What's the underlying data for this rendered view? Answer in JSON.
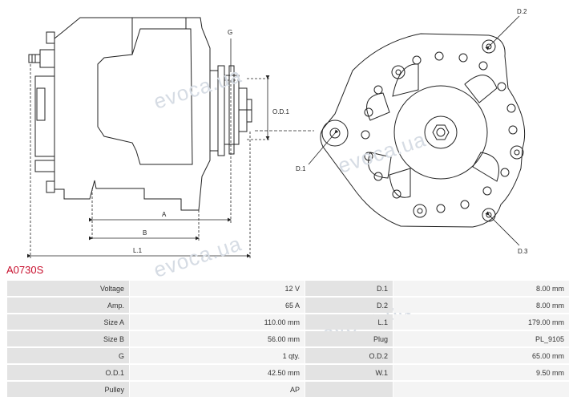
{
  "drawing": {
    "labels": {
      "g": "G",
      "od1": "O.D.1",
      "d1": "D.1",
      "d2": "D.2",
      "d3": "D.3",
      "a": "A",
      "b": "B",
      "l1": "L.1"
    }
  },
  "watermark": "evoca.ua",
  "part_number": "A0730S",
  "specs": [
    {
      "label_left": "Voltage",
      "value_left": "12 V",
      "label_right": "D.1",
      "value_right": "8.00 mm"
    },
    {
      "label_left": "Amp.",
      "value_left": "65 A",
      "label_right": "D.2",
      "value_right": "8.00 mm"
    },
    {
      "label_left": "Size A",
      "value_left": "110.00 mm",
      "label_right": "L.1",
      "value_right": "179.00 mm"
    },
    {
      "label_left": "Size B",
      "value_left": "56.00 mm",
      "label_right": "Plug",
      "value_right": "PL_9105"
    },
    {
      "label_left": "G",
      "value_left": "1 qty.",
      "label_right": "O.D.2",
      "value_right": "65.00 mm"
    },
    {
      "label_left": "O.D.1",
      "value_left": "42.50 mm",
      "label_right": "W.1",
      "value_right": "9.50 mm"
    },
    {
      "label_left": "Pulley",
      "value_left": "AP",
      "label_right": "",
      "value_right": ""
    }
  ]
}
